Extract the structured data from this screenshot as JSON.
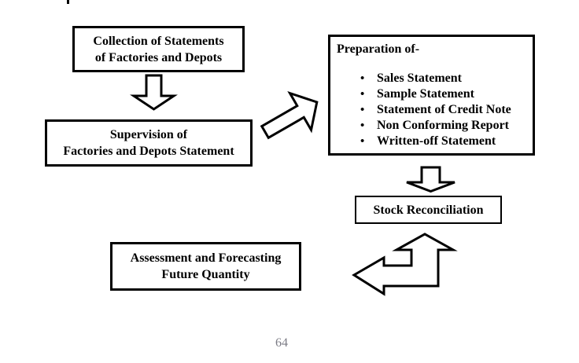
{
  "page": {
    "number": "64"
  },
  "diagram": {
    "boxes": {
      "collection": {
        "lines": [
          "Collection of Statements",
          "of Factories and Depots"
        ]
      },
      "supervision": {
        "lines": [
          "Supervision of",
          "Factories and Depots Statement"
        ]
      },
      "preparation": {
        "heading": "Preparation of-",
        "bullet_glyph": "•",
        "items": [
          "Sales Statement",
          "Sample Statement",
          "Statement of Credit Note",
          "Non Conforming Report",
          "Written-off Statement"
        ]
      },
      "stock": {
        "label": "Stock Reconciliation"
      },
      "assessment": {
        "lines": [
          "Assessment and Forecasting",
          "Future Quantity"
        ]
      }
    },
    "arrows": [
      {
        "name": "down-arrow-1",
        "direction": "down",
        "from": "collection",
        "to": "supervision"
      },
      {
        "name": "up-right-arrow",
        "direction": "up-right",
        "from": "supervision",
        "to": "preparation"
      },
      {
        "name": "down-arrow-2",
        "direction": "down",
        "from": "preparation",
        "to": "stock"
      },
      {
        "name": "left-up-arrow",
        "direction": "left-up",
        "from": "stock",
        "to": "assessment"
      }
    ],
    "colors": {
      "border": "#000000",
      "text": "#000000",
      "arrow_fill": "#ffffff",
      "page_number": "#7b7b85",
      "background": "#ffffff"
    }
  }
}
